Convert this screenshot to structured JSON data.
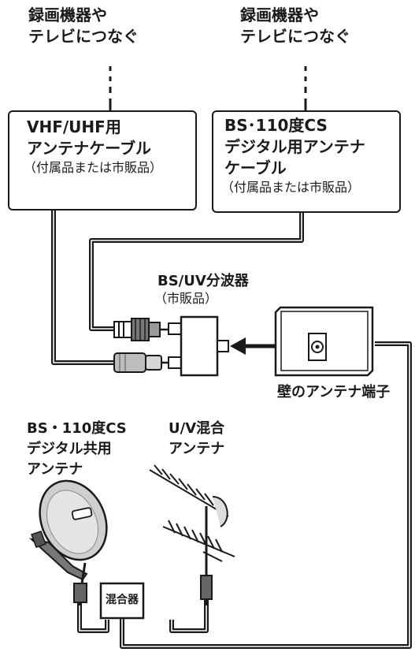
{
  "connect_left": [
    "録画機器や",
    "テレビにつなぐ"
  ],
  "connect_right": [
    "録画機器や",
    "テレビにつなぐ"
  ],
  "vhf_cable": {
    "lines": [
      "VHF/UHF用",
      "アンテナケーブル"
    ],
    "note": "（付属品または市販品）"
  },
  "bs_cable": {
    "lines": [
      "BS･110度CS",
      "デジタル用アンテナ",
      "ケーブル"
    ],
    "note": "（付属品または市販品）"
  },
  "splitter": {
    "title": "BS/UV分波器",
    "note": "（市販品）"
  },
  "wall_terminal": "壁のアンテナ端子",
  "bs_antenna": [
    "BS・110度CS",
    "デジタル共用",
    "アンテナ"
  ],
  "uv_antenna": [
    "U/V混合",
    "アンテナ"
  ],
  "mixer": "混合器"
}
